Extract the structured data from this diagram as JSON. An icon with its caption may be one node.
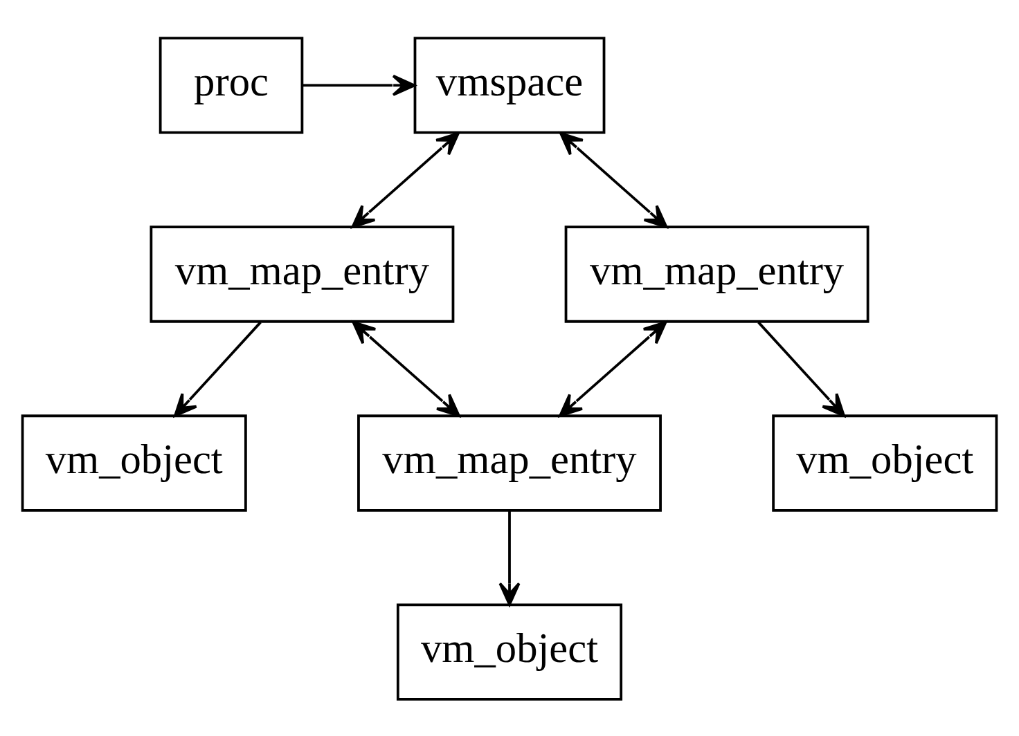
{
  "diagram": {
    "nodes": [
      {
        "text": [
          "proc"
        ]
      },
      {
        "text": [
          "vmspace"
        ]
      },
      {
        "text": [
          "vm_map_entry"
        ]
      },
      {
        "text": [
          "vm_map_entry"
        ]
      },
      {
        "text": [
          "vm_map_entry"
        ]
      },
      {
        "text": [
          "vm_object"
        ]
      },
      {
        "text": [
          "vm_object"
        ]
      },
      {
        "text": [
          "vm_object"
        ]
      }
    ],
    "edges": [
      {
        "from": 0,
        "to": 1,
        "arrow": "to"
      },
      {
        "from": 1,
        "to": 2,
        "arrow": "both"
      },
      {
        "from": 1,
        "to": 4,
        "arrow": "both"
      },
      {
        "from": 2,
        "to": 3,
        "arrow": "both"
      },
      {
        "from": 3,
        "to": 4,
        "arrow": "both"
      },
      {
        "from": 2,
        "to": 5,
        "arrow": "to"
      },
      {
        "from": 3,
        "to": 6,
        "arrow": "to"
      },
      {
        "from": 4,
        "to": 7,
        "arrow": "to"
      }
    ]
  }
}
